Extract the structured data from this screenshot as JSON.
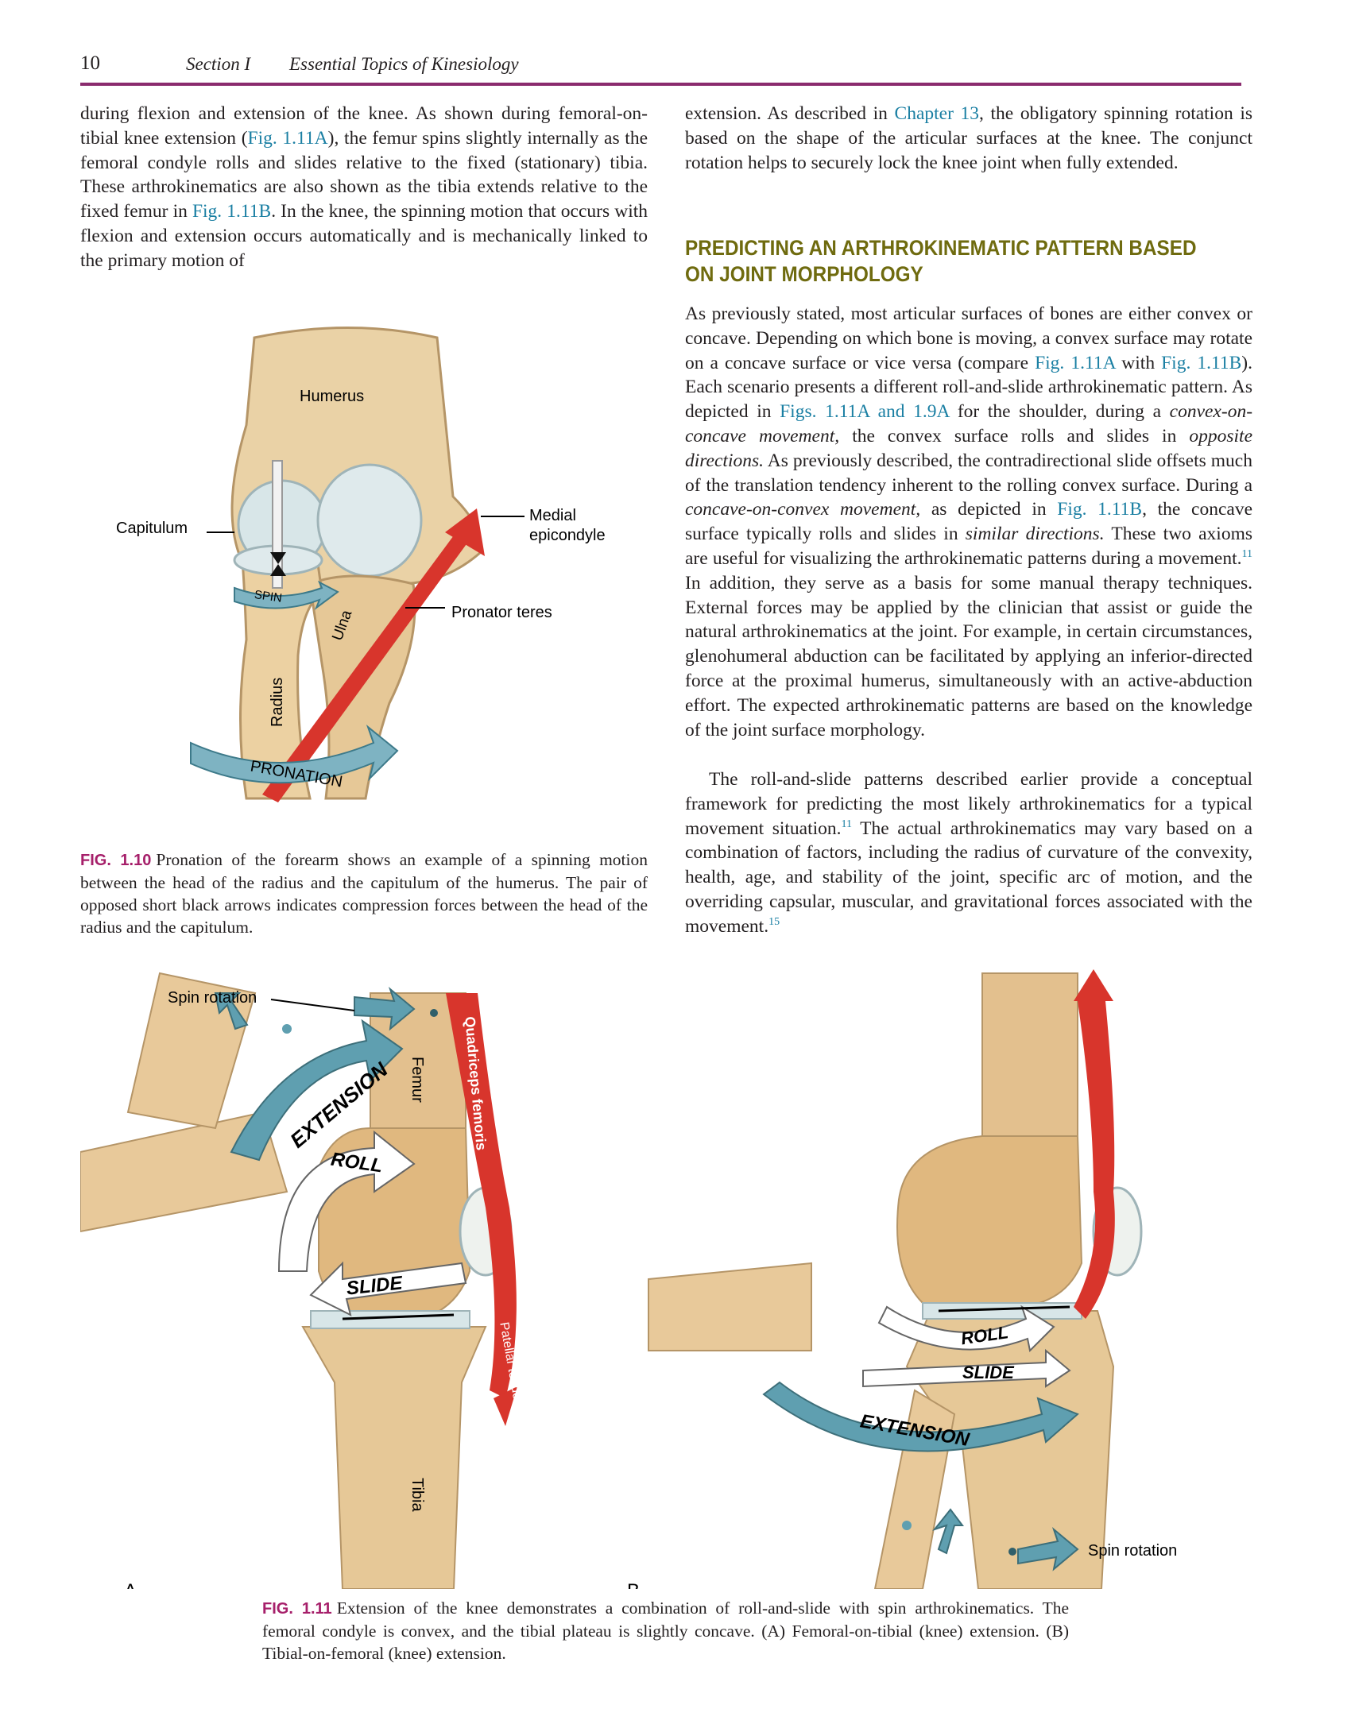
{
  "header": {
    "page_number": "10",
    "section": "Section I",
    "title": "Essential Topics of Kinesiology"
  },
  "left_column": {
    "p1": [
      "during flexion and extension of the knee. As shown during femoral-on-tibial knee extension (",
      "Fig. 1.11A",
      "), the femur spins slightly internally as the femoral condyle rolls and slides relative to the fixed (stationary) tibia. These arthrokinematics are also shown as the tibia extends relative to the fixed femur in ",
      "Fig. 1.11B",
      ". In the knee, the spinning motion that occurs with flexion and extension occurs automatically and is mechanically linked to the primary motion of"
    ]
  },
  "right_column": {
    "p1": [
      "extension. As described in ",
      "Chapter 13",
      ", the obligatory spinning rotation is based on the shape of the articular surfaces at the knee. The conjunct rotation helps to securely lock the knee joint when fully extended."
    ],
    "heading": "PREDICTING AN ARTHROKINEMATIC PATTERN BASED ON JOINT MORPHOLOGY",
    "p2": [
      "As previously stated, most articular surfaces of bones are either convex or concave. Depending on which bone is moving, a convex surface may rotate on a concave surface or vice versa (compare ",
      "Fig. 1.11A",
      " with ",
      "Fig. 1.11B",
      "). Each scenario presents a different roll-and-slide arthrokinematic pattern. As depicted in ",
      "Figs. 1.11A and 1.9A",
      " for the shoulder, during a ",
      "convex-on-concave movement,",
      " the convex surface rolls and slides in ",
      "opposite directions.",
      " As previously described, the contradirectional slide offsets much of the translation tendency inherent to the rolling convex surface. During a ",
      "concave-on-convex movement,",
      " as depicted in ",
      "Fig. 1.11B",
      ", the concave surface typically rolls and slides in ",
      "similar directions.",
      " These two axioms are useful for visualizing the arthrokinematic patterns during a movement.",
      "11",
      " In addition, they serve as a basis for some manual therapy techniques. External forces may be applied by the clinician that assist or guide the natural arthrokinematics at the joint. For example, in certain circumstances, glenohumeral abduction can be facilitated by applying an inferior-directed force at the proximal humerus, simultaneously with an active-abduction effort. The expected arthrokinematic patterns are based on the knowledge of the joint surface morphology."
    ],
    "p3": [
      "The roll-and-slide patterns described earlier provide a conceptual framework for predicting the most likely arthrokinematics for a typical movement situation.",
      "11",
      " The actual arthrokinematics may vary based on a combination of factors, including the radius of curvature of the convexity, health, age, and stability of the joint, specific arc of motion, and the overriding capsular, muscular, and gravitational forces associated with the movement.",
      "15"
    ]
  },
  "fig_1_10": {
    "labels": {
      "humerus": "Humerus",
      "capitulum": "Capitulum",
      "medial_1": "Medial",
      "medial_2": "epicondyle",
      "pronator": "Pronator teres",
      "spin": "SPIN",
      "ulna": "Ulna",
      "radius": "Radius",
      "pronation": "PRONATION"
    },
    "caption_label": "FIG. 1.10",
    "caption_text": "Pronation of the forearm shows an example of a spinning motion between the head of the radius and the capitulum of the humerus. The pair of opposed short black arrows indicates compression forces between the head of the radius and the capitulum."
  },
  "fig_1_11": {
    "labels": {
      "spin_rotation_a": "Spin rotation",
      "extension_a": "EXTENSION",
      "roll_a": "ROLL",
      "slide_a": "SLIDE",
      "femur": "Femur",
      "quadriceps": "Quadriceps femoris",
      "patellar": "Patellar tendon",
      "tibia": "Tibia",
      "panel_a": "A",
      "panel_b": "B",
      "roll_b": "ROLL",
      "slide_b": "SLIDE",
      "extension_b": "EXTENSION",
      "spin_rotation_b": "Spin rotation"
    },
    "caption_label": "FIG. 1.11",
    "caption_text": "Extension of the knee demonstrates a combination of roll-and-slide with spin arthrokinematics. The femoral condyle is convex, and the tibial plateau is slightly concave. (A) Femoral-on-tibial (knee) extension. (B) Tibial-on-femoral (knee) extension."
  },
  "colors": {
    "accent_purple": "#8a2b6e",
    "figure_label": "#a61f6a",
    "heading_olive": "#6f6b0f",
    "link_blue": "#1a7fa3",
    "bone": "#e8c99a",
    "muscle_red": "#d8352c",
    "arrow_teal": "#5f9fb0"
  }
}
